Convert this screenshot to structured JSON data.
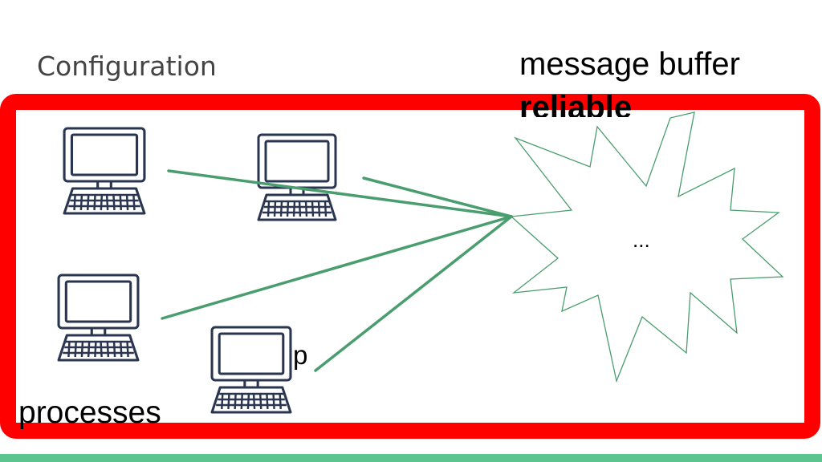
{
  "slide": {
    "title": "Configuration",
    "buffer_label": "message buffer",
    "reliable_label": "reliable",
    "processes_label": "processes",
    "process_p_label": "p",
    "buffer_contents": "..."
  },
  "colors": {
    "frame": "#ff0000",
    "connection": "#4a9d6e",
    "bottom_bar": "#5cc48f",
    "computer_stroke": "#2a3650",
    "title": "#444444"
  }
}
